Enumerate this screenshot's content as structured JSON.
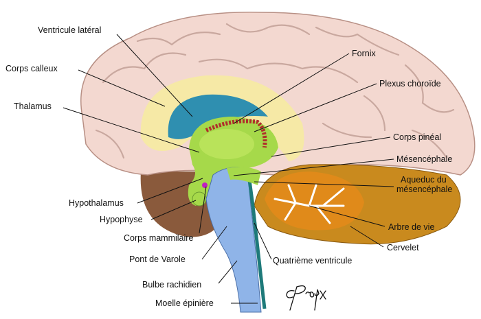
{
  "labels": {
    "ventricule_lateral": "Ventricule latéral",
    "corps_calleux": "Corps calleux",
    "thalamus": "Thalamus",
    "fornix": "Fornix",
    "plexus_choroide": "Plexus choroïde",
    "corps_pineal": "Corps pinéal",
    "mesencephale": "Mésencéphale",
    "aqueduc_1": "Aqueduc du",
    "aqueduc_2": "mésencéphale",
    "hypothalamus": "Hypothalamus",
    "hypophyse": "Hypophyse",
    "corps_mammilaire": "Corps mammilaire",
    "pont_de_varole": "Pont de Varole",
    "bulbe_rachidien": "Bulbe rachidien",
    "moelle_epiniere": "Moelle épinière",
    "arbre_de_vie": "Arbre de vie",
    "cervelet": "Cervelet",
    "quatrieme_ventricule": "Quatrième ventricule"
  },
  "signature": "C.Proulx",
  "colors": {
    "cerebrum": "#f3d8d0",
    "corpus_callosum": "#f6e9a6",
    "ventricle": "#2f8fb0",
    "thalamus": "#a6d94a",
    "brainstem": "#8fb4e8",
    "cerebellum": "#c98a1e",
    "choroid": "#b0302a"
  }
}
